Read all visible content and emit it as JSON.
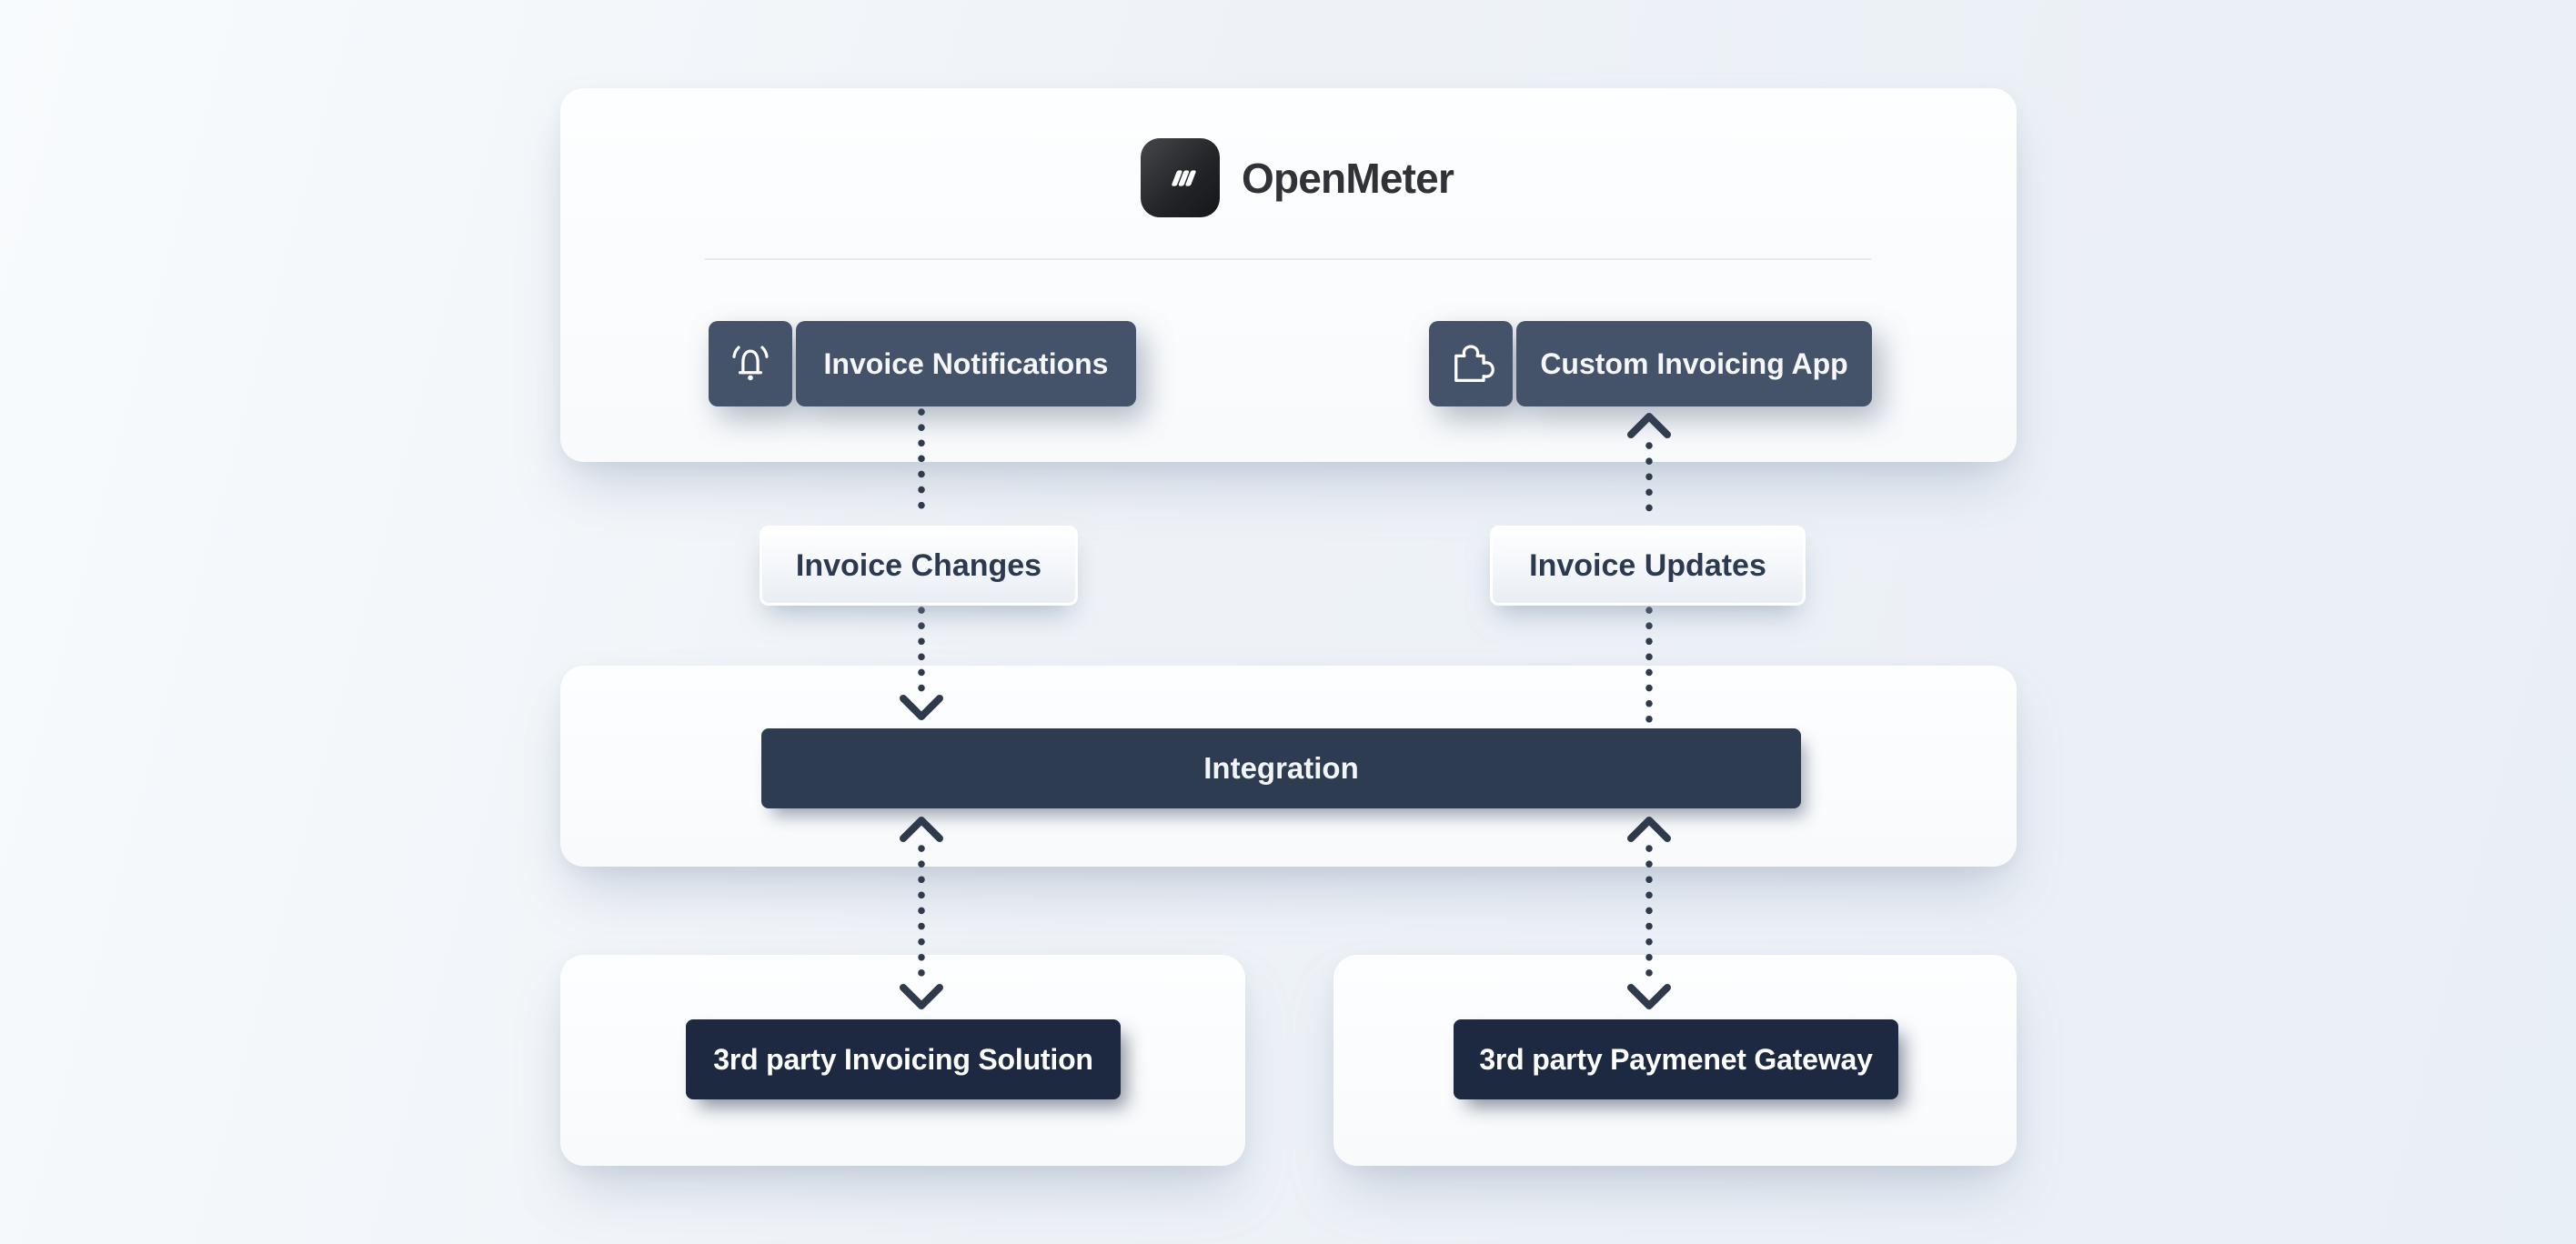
{
  "brand": {
    "name": "OpenMeter"
  },
  "nodes": {
    "invoice_notifications": {
      "label": "Invoice Notifications",
      "icon": "bell-ringing-icon"
    },
    "custom_invoicing_app": {
      "label": "Custom Invoicing App",
      "icon": "puzzle-piece-icon"
    },
    "invoice_changes": {
      "label": "Invoice Changes"
    },
    "invoice_updates": {
      "label": "Invoice Updates"
    },
    "integration": {
      "label": "Integration"
    },
    "third_party_invoicing": {
      "label": "3rd party Invoicing Solution"
    },
    "third_party_payment": {
      "label": "3rd party Paymenet Gateway"
    }
  },
  "edges": [
    {
      "from": "invoice_notifications",
      "via": "invoice_changes",
      "to": "integration",
      "style": "dotted",
      "arrowhead": "down-at-integration"
    },
    {
      "from": "integration",
      "via": "invoice_updates",
      "to": "custom_invoicing_app",
      "style": "dotted",
      "arrowhead": "up-at-app"
    },
    {
      "from": "integration",
      "to": "third_party_invoicing",
      "style": "dotted",
      "arrowhead": "both"
    },
    {
      "from": "integration",
      "to": "third_party_payment",
      "style": "dotted",
      "arrowhead": "both"
    }
  ],
  "colors": {
    "background": "#edf2f7",
    "panel": "#fbfdfe",
    "node_slate": "#45536a",
    "node_dark_bar": "#2d3c50",
    "node_navy": "#1c2940",
    "chip_text": "#2c3950",
    "arrow": "#2f3b4d",
    "logo_background": "#232427",
    "wordmark_text": "#303237",
    "divider": "#e6e9ee"
  }
}
